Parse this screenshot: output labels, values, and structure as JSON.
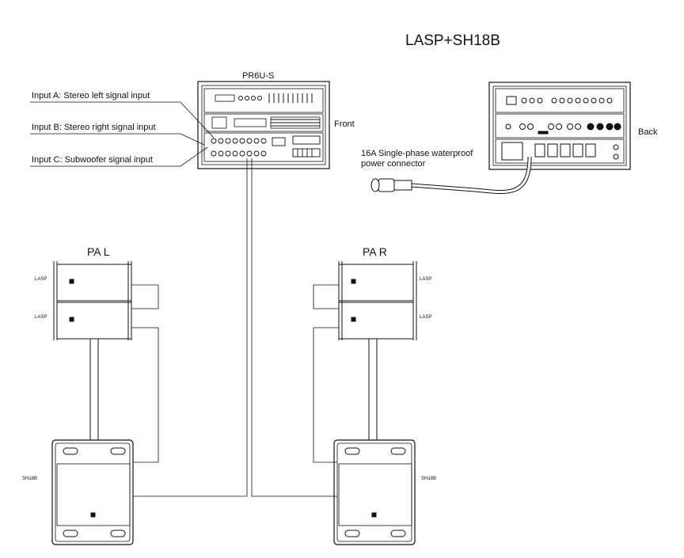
{
  "title": "LASP+SH18B",
  "rack": {
    "name": "PR6U-S",
    "front_label": "Front",
    "back_label": "Back"
  },
  "inputs": [
    "Input A: Stereo left signal input",
    "Input B: Stereo right signal input",
    "Input C: Subwoofer signal input"
  ],
  "power_label": [
    "16A Single-phase waterproof",
    "power connector"
  ],
  "left_stack": {
    "label": "PA L",
    "top": "LASP",
    "bottom": "LASP",
    "sub": "SH18B"
  },
  "right_stack": {
    "label": "PA R",
    "top": "LASP",
    "bottom": "LASP",
    "sub": "SH18B"
  }
}
